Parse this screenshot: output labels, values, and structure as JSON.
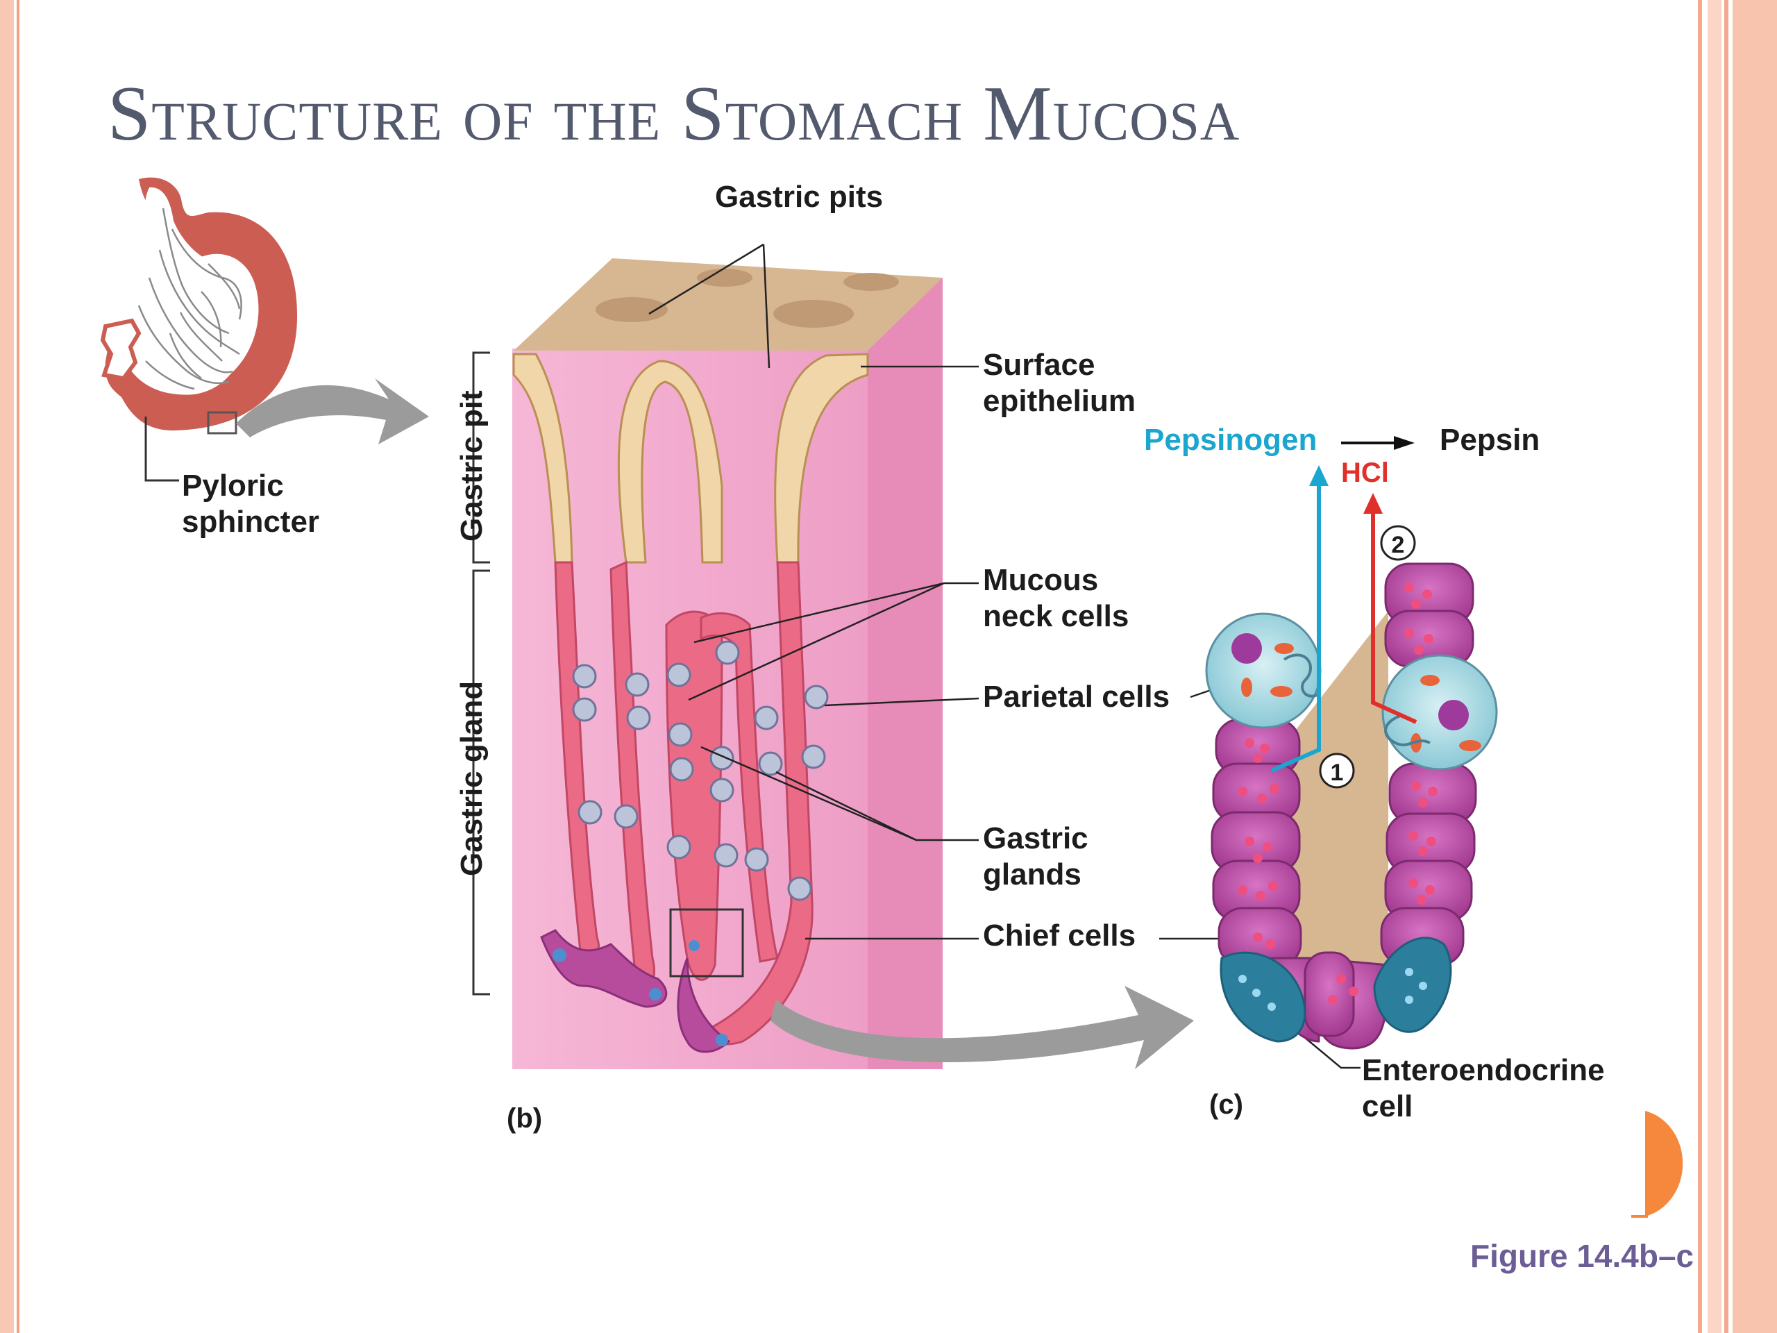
{
  "slide": {
    "title": "Structure of the Stomach Mucosa"
  },
  "labels": {
    "gastric_pits": "Gastric pits",
    "surface_epithelium_1": "Surface",
    "surface_epithelium_2": "epithelium",
    "pepsinogen": "Pepsinogen",
    "pepsin": "Pepsin",
    "hcl": "HCl",
    "step_1": "1",
    "step_2": "2",
    "mucous_neck_1": "Mucous",
    "mucous_neck_2": "neck cells",
    "parietal_cells": "Parietal cells",
    "gastric_glands_1": "Gastric",
    "gastric_glands_2": "glands",
    "chief_cells": "Chief cells",
    "enteroendocrine_1": "Enteroendocrine",
    "enteroendocrine_2": "cell",
    "pyloric_1": "Pyloric",
    "pyloric_2": "sphincter",
    "gastric_pit_bracket": "Gastric pit",
    "gastric_gland_bracket": "Gastric gland",
    "panel_b": "(b)",
    "panel_c": "(c)"
  },
  "figure_caption": "Figure 14.4b–c",
  "colors": {
    "title": "#535a6e",
    "pepsinogen": "#1aa6cf",
    "hcl": "#e0302b",
    "caption": "#6c5d96",
    "accent_orange": "#f6883d"
  }
}
